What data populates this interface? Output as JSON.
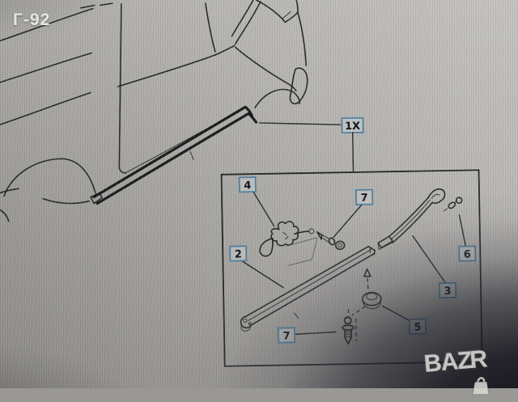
{
  "header": {
    "corner_code": "Г-92"
  },
  "diagram": {
    "main_callout": "1X",
    "callouts": {
      "c4": "4",
      "c7_top": "7",
      "c2": "2",
      "c3": "3",
      "c5": "5",
      "c6": "6",
      "c7_bottom": "7"
    }
  },
  "watermark": {
    "prefix": "BAZ",
    "suffix": "R"
  },
  "colors": {
    "callout_border": "#4a7d9e",
    "ink": "#1e1e20",
    "screen_light": "#c6c4c0",
    "screen_dark": "#8d8b87",
    "corner_shadow": "#16161e",
    "watermark": "#d6d6d2"
  }
}
